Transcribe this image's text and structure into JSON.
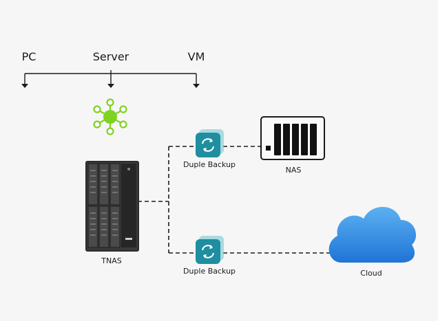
{
  "sources": [
    {
      "id": "pc",
      "label": "PC"
    },
    {
      "id": "server",
      "label": "Server"
    },
    {
      "id": "vm",
      "label": "VM"
    }
  ],
  "devices": {
    "tnas": {
      "label": "TNAS"
    },
    "nas": {
      "label": "NAS"
    },
    "cloud": {
      "label": "Cloud"
    }
  },
  "backup_links": [
    {
      "label": "Duple Backup",
      "target": "NAS"
    },
    {
      "label": "Duple Backup",
      "target": "Cloud"
    }
  ],
  "colors": {
    "background": "#f6f6f6",
    "hub": "#7ed321",
    "backup_icon": "#1e8ea0",
    "cloud": "#2f86e0",
    "line": "#1a1a1a"
  },
  "icons": {
    "hub": "network-hub-icon",
    "backup": "sync-backup-icon",
    "cloud": "cloud-icon"
  }
}
